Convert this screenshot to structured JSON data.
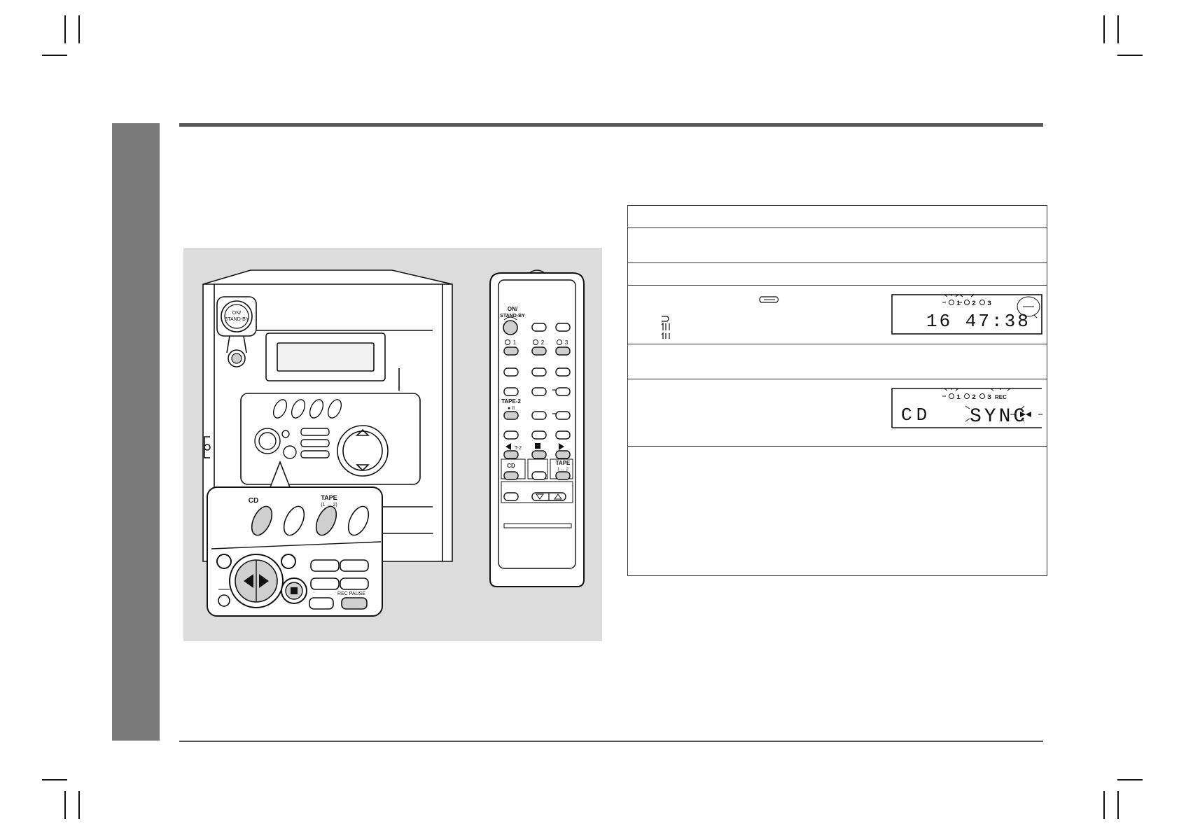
{
  "remote": {
    "on_standby": [
      "ON/",
      "STAND-BY"
    ],
    "disc_1": "1",
    "disc_2": "2",
    "disc_3": "3",
    "tape2": "TAPE-2",
    "tape2_sym": "● II",
    "t2": "T-2",
    "cd": "CD",
    "tape": "TAPE",
    "tape_12": "1 ↔ 2"
  },
  "main_unit": {
    "on_standby": [
      "ON/",
      "STAND-BY"
    ],
    "cd": "CD",
    "tape": "TAPE",
    "tape_12": "(1 ↔ 2)",
    "rec_pause": "REC PAUSE"
  },
  "displays": {
    "first": {
      "indicators": [
        "1",
        "2",
        "3"
      ],
      "readout": "16 47:38"
    },
    "second": {
      "indicators": [
        "1",
        "2",
        "3"
      ],
      "rec": "REC",
      "source": "CD",
      "mode": "SYNC"
    }
  }
}
